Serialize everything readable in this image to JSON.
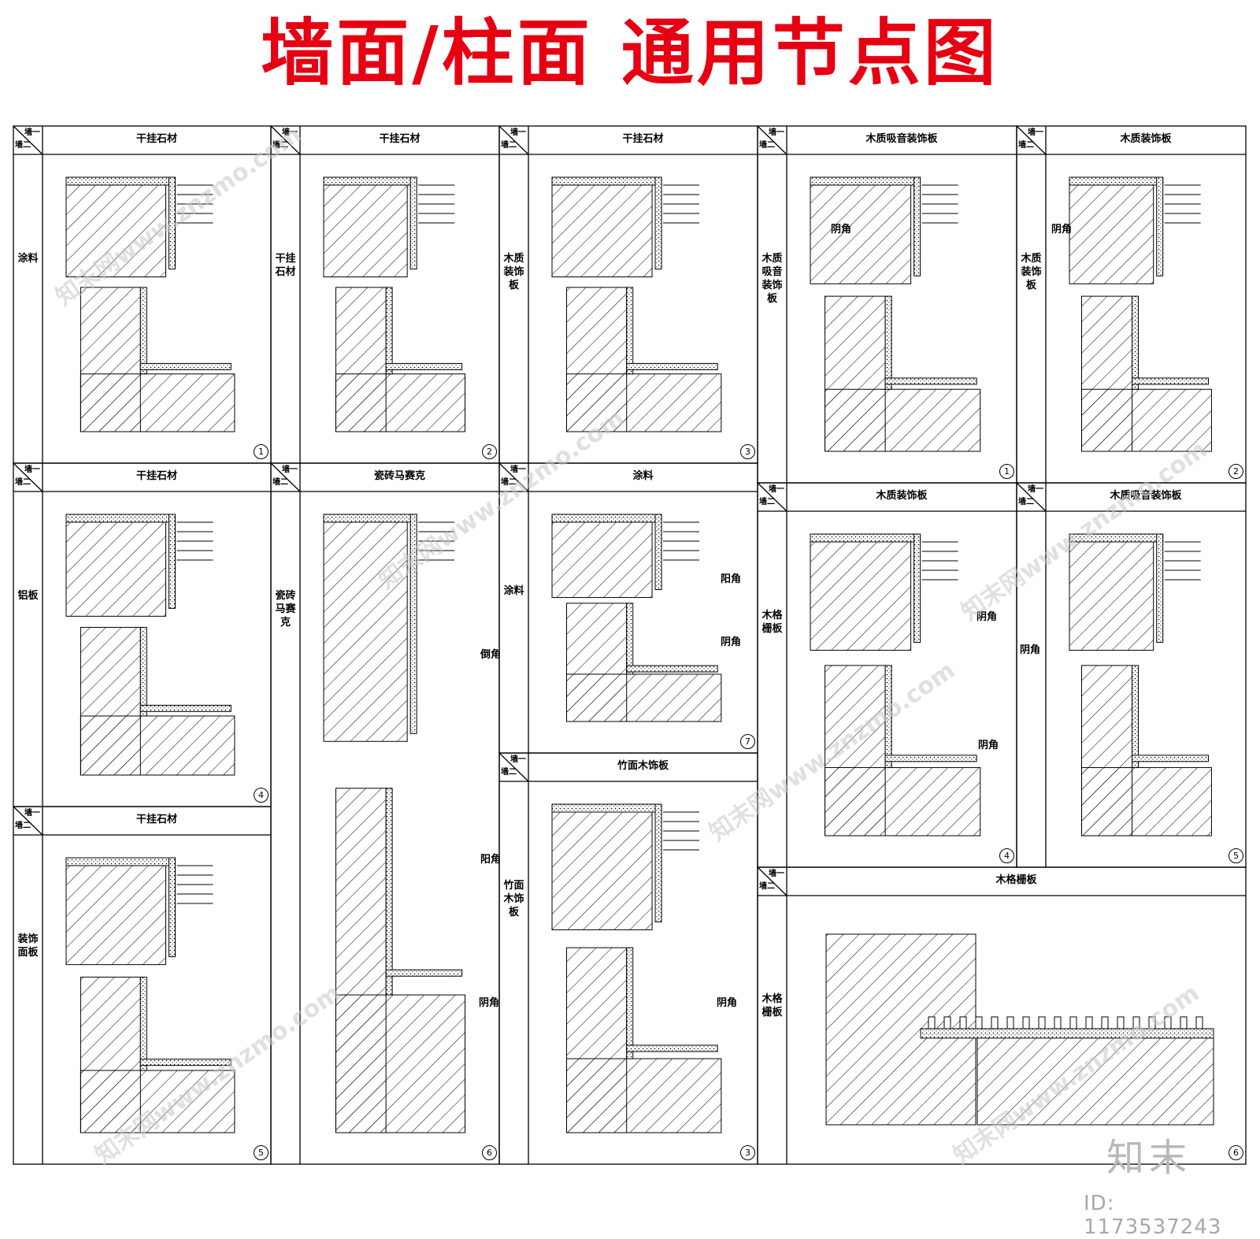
{
  "title": [
    "墙面/柱面",
    "通用节点图"
  ],
  "corner": {
    "top": "墙一",
    "bottom": "墙二"
  },
  "panels": [
    {
      "header": "干挂石材",
      "side": "涂料",
      "num": "1",
      "ann": []
    },
    {
      "header": "干挂石材",
      "side": "干挂石材",
      "num": "2",
      "ann": []
    },
    {
      "header": "干挂石材",
      "side": "木质装饰板",
      "num": "3",
      "ann": []
    },
    {
      "header": "木质吸音装饰板",
      "side": "木质吸音装饰板",
      "num": "1",
      "ann": [
        "阴角"
      ]
    },
    {
      "header": "木质装饰板",
      "side": "木质装饰板",
      "num": "2",
      "ann": [
        "阴角"
      ]
    },
    {
      "header": "干挂石材",
      "side": "铝板",
      "num": "4",
      "ann": []
    },
    {
      "header": "瓷砖马赛克",
      "side": "瓷砖马赛克",
      "num": "6",
      "ann": [
        "倒角",
        "阳角",
        "阴角"
      ]
    },
    {
      "header": "涂料",
      "side": "涂料",
      "num": "7",
      "ann": [
        "阳角",
        "阴角"
      ]
    },
    {
      "header": "木质装饰板",
      "side": "木格栅板",
      "num": "4",
      "ann": [
        "阴角",
        "阴角"
      ]
    },
    {
      "header": "木质吸音装饰板",
      "side": "",
      "num": "5",
      "ann": [
        "阴角"
      ]
    },
    {
      "header": "干挂石材",
      "side": "装饰面板",
      "num": "5",
      "ann": []
    },
    {
      "header": "竹面木饰板",
      "side": "竹面木饰板",
      "num": "3",
      "ann": [
        "阴角"
      ]
    },
    {
      "header": "木格栅板",
      "side": "木格栅板",
      "num": "6",
      "ann": []
    }
  ],
  "watermark": "知末网www.znzmo.com",
  "logo": "知末",
  "image_id": "ID: 1173537243",
  "colors": {
    "title": "#e60012",
    "line": "#000000",
    "watermark": "#c8c8c8"
  }
}
